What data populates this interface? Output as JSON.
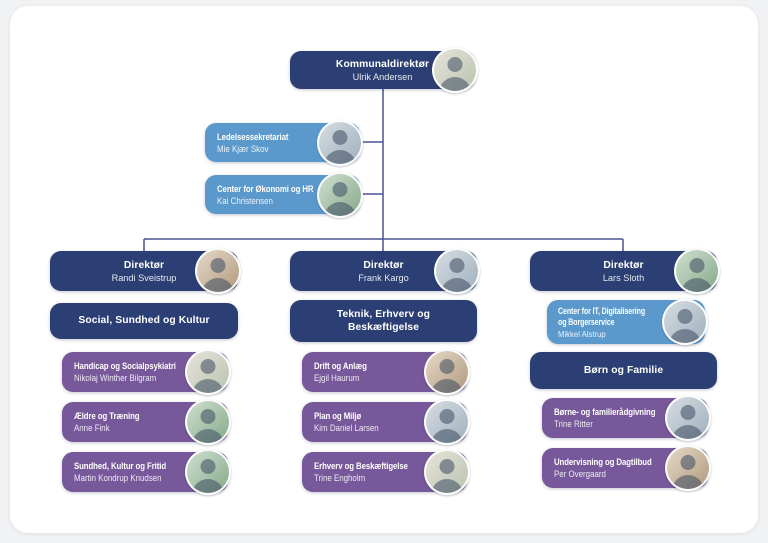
{
  "palette": {
    "navy": "#2c3f74",
    "light-blue": "#5b99cc",
    "purple": "#77589a",
    "line": "#4b5391",
    "page-bg": "#f1f2f4",
    "card-bg": "#ffffff"
  },
  "root": {
    "title": "Kommunaldirektør",
    "name": "Ulrik Andersen"
  },
  "staff": [
    {
      "title": "Ledelsessekretariat",
      "name": "Mie Kjær Skov"
    },
    {
      "title": "Center for Økonomi og HR",
      "name": "Kai Christensen"
    }
  ],
  "columns": [
    {
      "director": {
        "title": "Direktør",
        "name": "Randi Sveistrup"
      },
      "department": "Social, Sundhed og Kultur",
      "units": [
        {
          "title": "Handicap og Socialpsykiatri",
          "name": "Nikolaj Winther Bilgram"
        },
        {
          "title": "Ældre og Træning",
          "name": "Anne Fink"
        },
        {
          "title": "Sundhed, Kultur og Fritid",
          "name": "Martin Kondrup Knudsen"
        }
      ]
    },
    {
      "director": {
        "title": "Direktør",
        "name": "Frank Kargo"
      },
      "department": "Teknik, Erhverv og Beskæftigelse",
      "units": [
        {
          "title": "Drift og Anlæg",
          "name": "Ejgil Haurum"
        },
        {
          "title": "Plan og Miljø",
          "name": "Kim Daniel Larsen"
        },
        {
          "title": "Erhverv og Beskæftigelse",
          "name": "Trine Engholm"
        }
      ]
    },
    {
      "director": {
        "title": "Direktør",
        "name": "Lars Sloth"
      },
      "center": {
        "title_line1": "Center for IT, Digitalisering",
        "title_line2": "og Borgerservice",
        "name": "Mikkel Alstrup"
      },
      "department": "Børn og Familie",
      "units": [
        {
          "title": "Børne- og familierådgivning",
          "name": "Trine Ritter"
        },
        {
          "title": "Undervisning og Dagtilbud",
          "name": "Per Overgaard"
        }
      ]
    }
  ]
}
